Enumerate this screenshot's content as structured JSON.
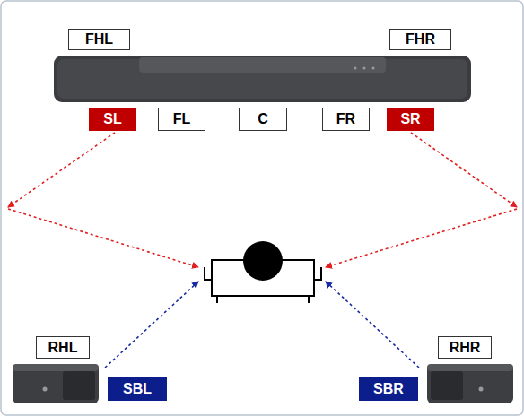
{
  "diagram": {
    "nodes": [
      {
        "text": [
          "FHL"
        ]
      },
      {
        "text": [
          "FHR"
        ]
      },
      {
        "text": [
          "SL"
        ]
      },
      {
        "text": [
          "FL"
        ]
      },
      {
        "text": [
          "C"
        ]
      },
      {
        "text": [
          "FR"
        ]
      },
      {
        "text": [
          "SR"
        ]
      },
      {
        "text": [
          "RHL"
        ]
      },
      {
        "text": [
          "RHR"
        ]
      },
      {
        "text": [
          "SBL"
        ]
      },
      {
        "text": [
          "SBR"
        ]
      }
    ]
  }
}
